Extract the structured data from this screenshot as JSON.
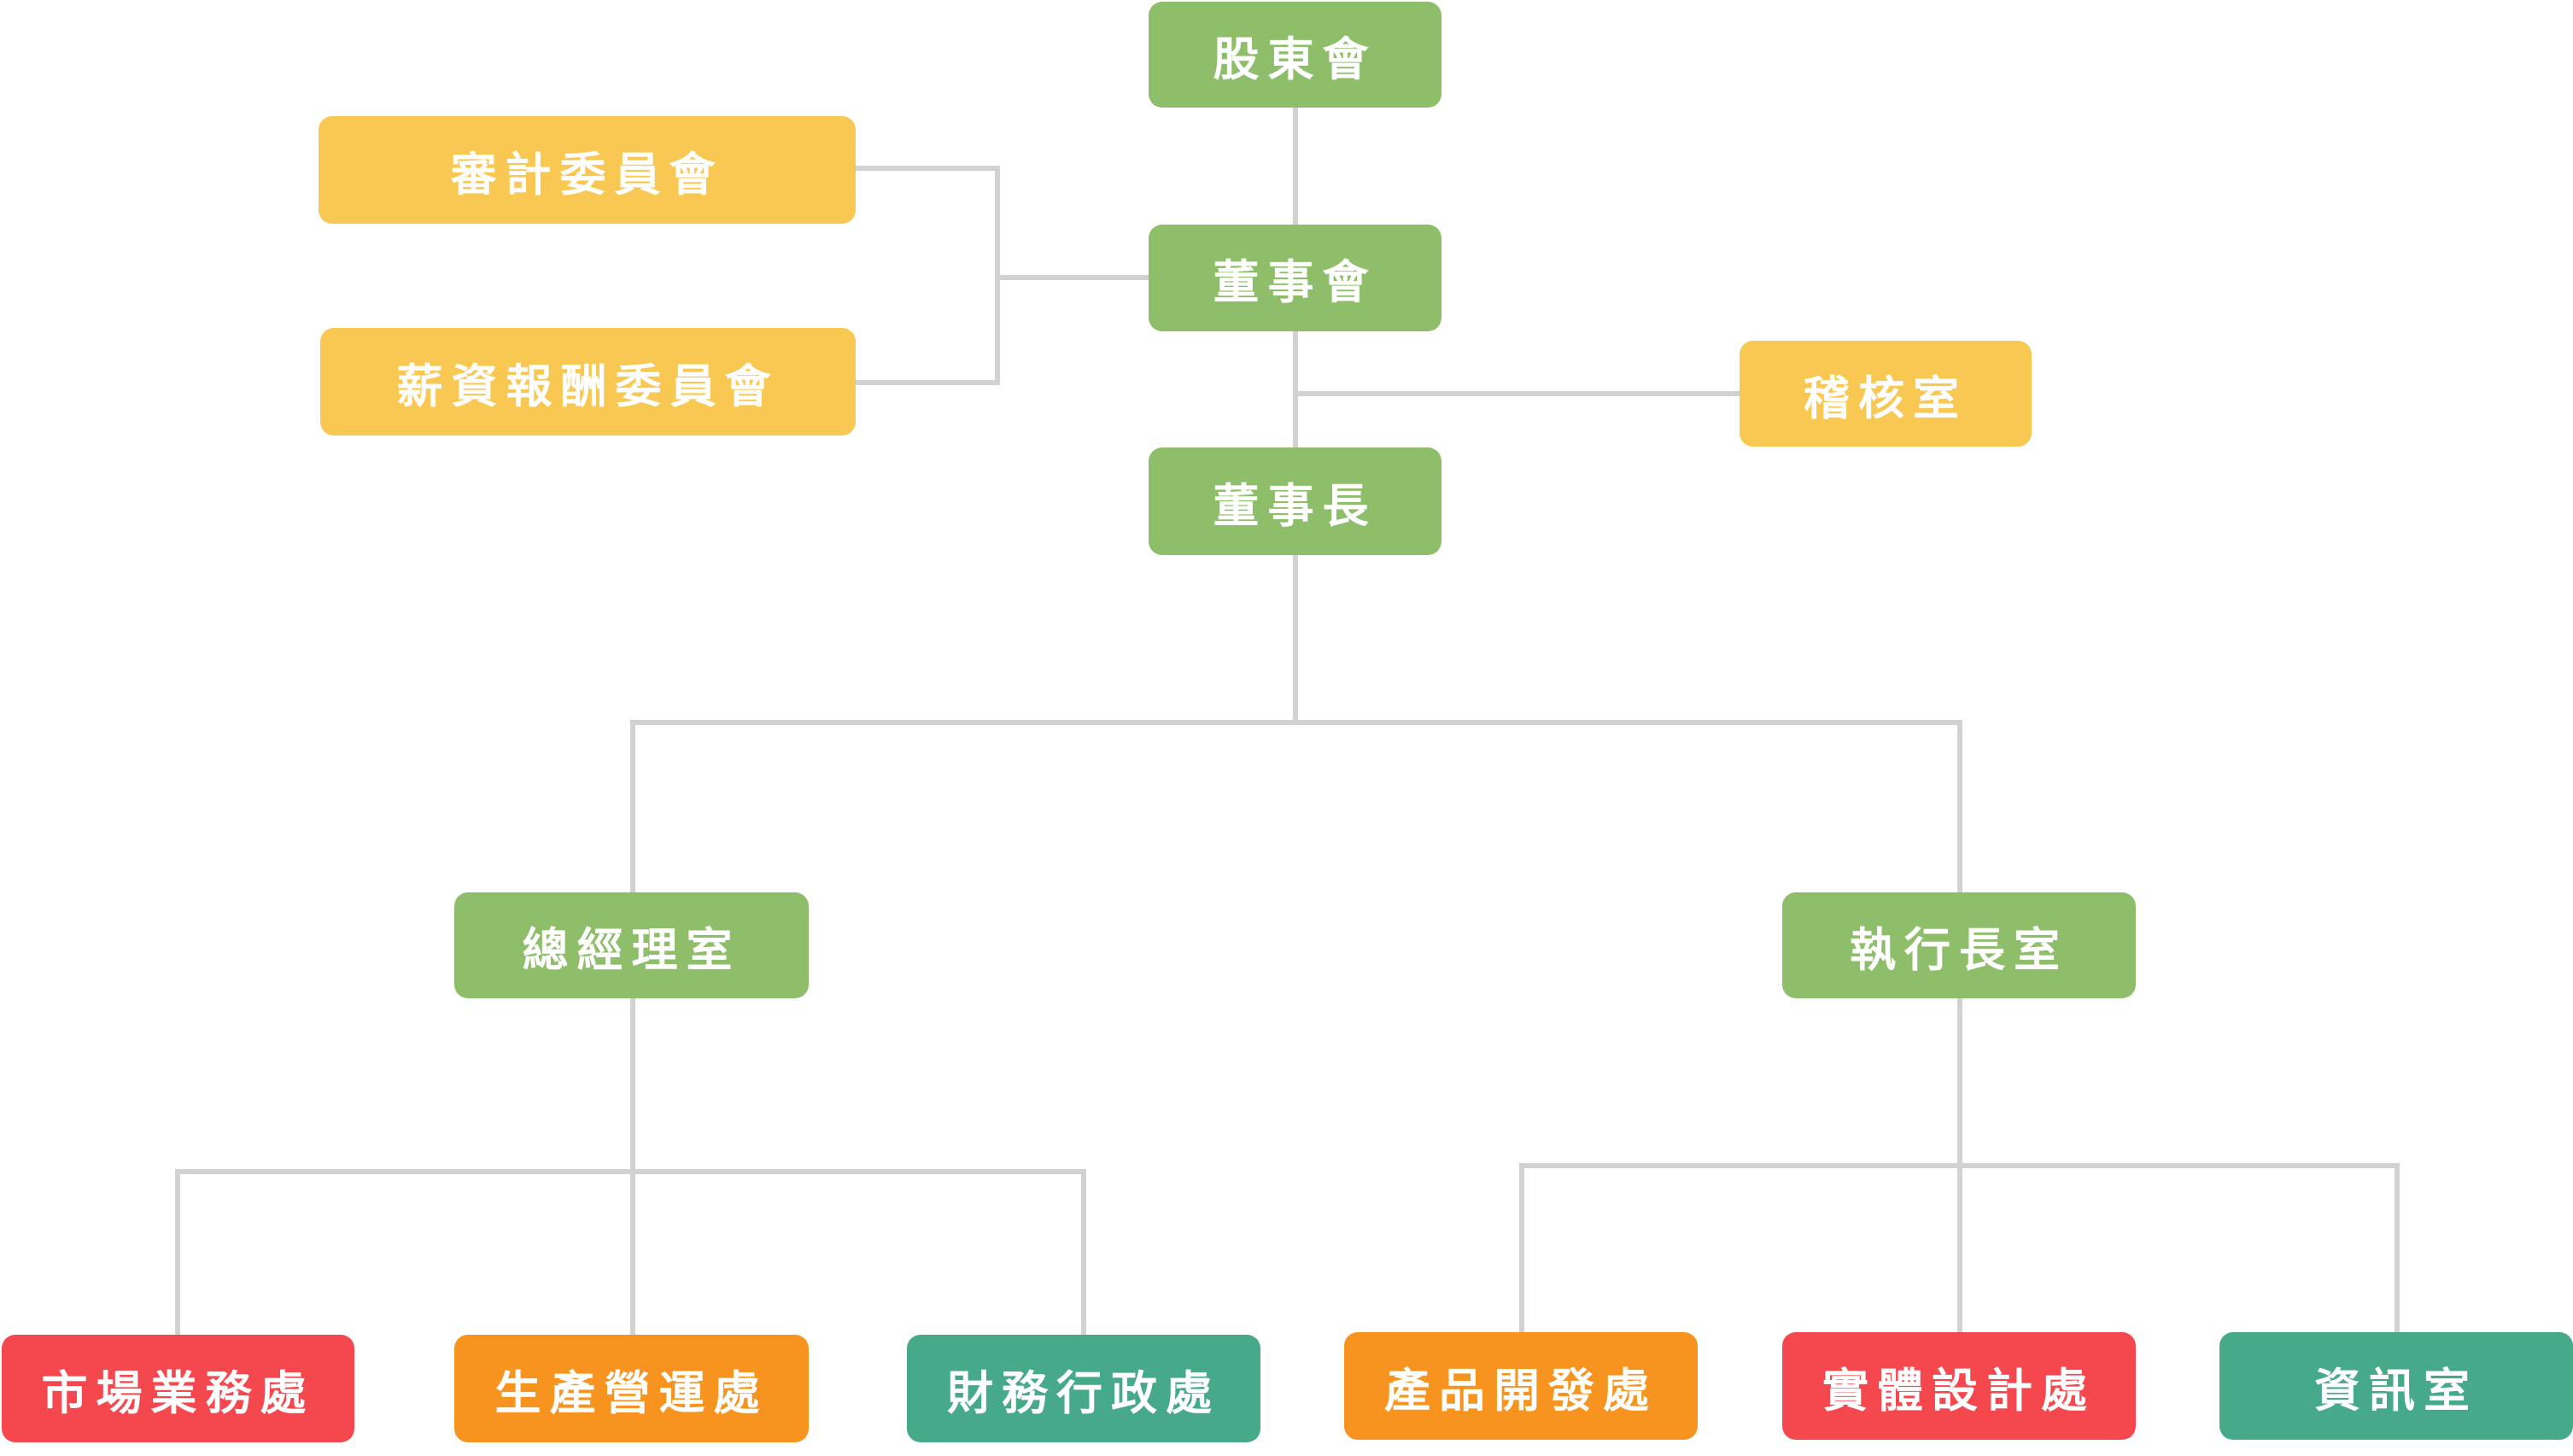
{
  "chart": {
    "shareholders": "股東會",
    "audit_committee": "審計委員會",
    "compensation_committee": "薪資報酬委員會",
    "board": "董事會",
    "internal_audit": "稽核室",
    "chairman": "董事長",
    "gm_office": "總經理室",
    "ceo_office": "執行長室",
    "departments": {
      "marketing": "市場業務處",
      "production": "生產營運處",
      "finance_admin": "財務行政處",
      "product_dev": "產品開發處",
      "physical_design": "實體設計處",
      "it": "資訊室"
    }
  },
  "colors": {
    "governance": "#8fbe6b",
    "committee": "#f8c853",
    "red_unit": "#f5474e",
    "orange_unit": "#f7941f",
    "teal_unit": "#45a98a",
    "connector": "#d2d2d2",
    "label_text": "#ffffff"
  }
}
